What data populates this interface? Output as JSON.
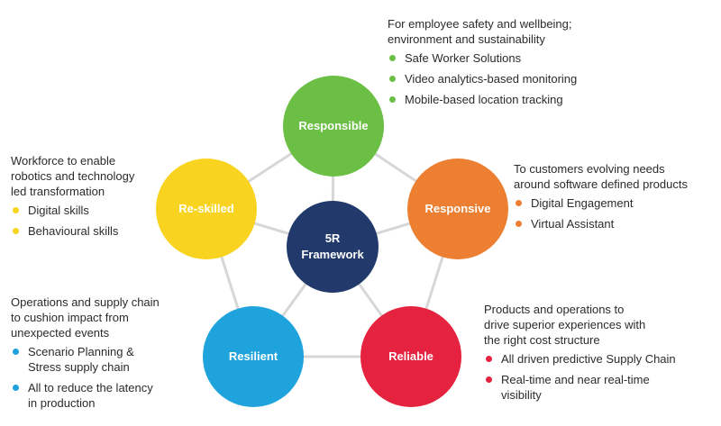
{
  "center": {
    "label_line1": "5R",
    "label_line2": "Framework",
    "color": "#223a6b"
  },
  "nodes": [
    {
      "key": "responsible",
      "label": "Responsible",
      "color": "#6abf44",
      "heading": "For employee safety and wellbeing;\nenvironment and sustainability",
      "items": [
        "Safe Worker Solutions",
        "Video analytics-based monitoring",
        "Mobile-based location tracking"
      ]
    },
    {
      "key": "responsive",
      "label": "Responsive",
      "color": "#ec7f32",
      "heading": "To customers evolving needs\naround software defined products",
      "items": [
        "Digital Engagement",
        "Virtual Assistant"
      ]
    },
    {
      "key": "reliable",
      "label": "Reliable",
      "color": "#e5223f",
      "heading": "Products and operations to\ndrive superior experiences with\nthe right cost structure",
      "items": [
        "All driven predictive Supply Chain",
        "Real-time and near real-time\nvisibility"
      ]
    },
    {
      "key": "resilient",
      "label": "Resilient",
      "color": "#1fa3dc",
      "heading": "Operations and supply chain\nto cushion impact from\nunexpected events",
      "items": [
        "Scenario Planning &\nStress supply chain",
        "All to reduce the latency\nin production"
      ]
    },
    {
      "key": "reskilled",
      "label": "Re-skilled",
      "color": "#f8d320",
      "heading": "Workforce to enable\nrobotics and technology\nled transformation",
      "items": [
        "Digital skills",
        "Behavioural skills"
      ]
    }
  ],
  "connector_color": "#d7d7d7"
}
